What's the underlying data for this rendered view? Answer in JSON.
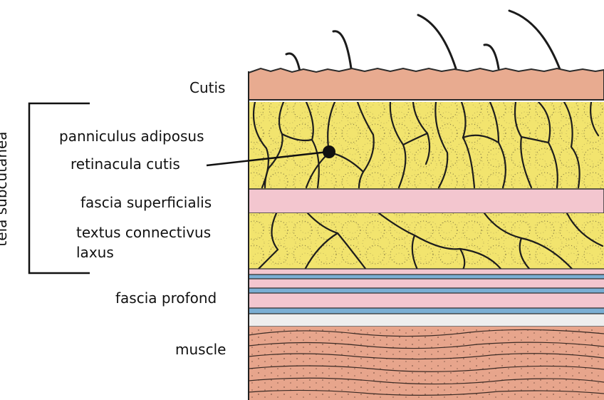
{
  "labels": {
    "cutis": "Cutis",
    "tela_subcutanea": "tela subcutanea",
    "panniculus_adiposus": "panniculus adiposus",
    "retinacula_cutis": "retinacula cutis",
    "fascia_superficialis": "fascia superficialis",
    "textus_connectivus_line1": "textus connectivus",
    "textus_connectivus_line2": "laxus",
    "fascia_profond": "fascia profond",
    "muscle": "muscle"
  },
  "colors": {
    "cutis": "#e8ab90",
    "fat": "#f2e46e",
    "fascia_pink": "#f3c6cf",
    "fascia_blue": "#7aaed3",
    "muscle": "#e7a58c",
    "outline": "#222222"
  }
}
